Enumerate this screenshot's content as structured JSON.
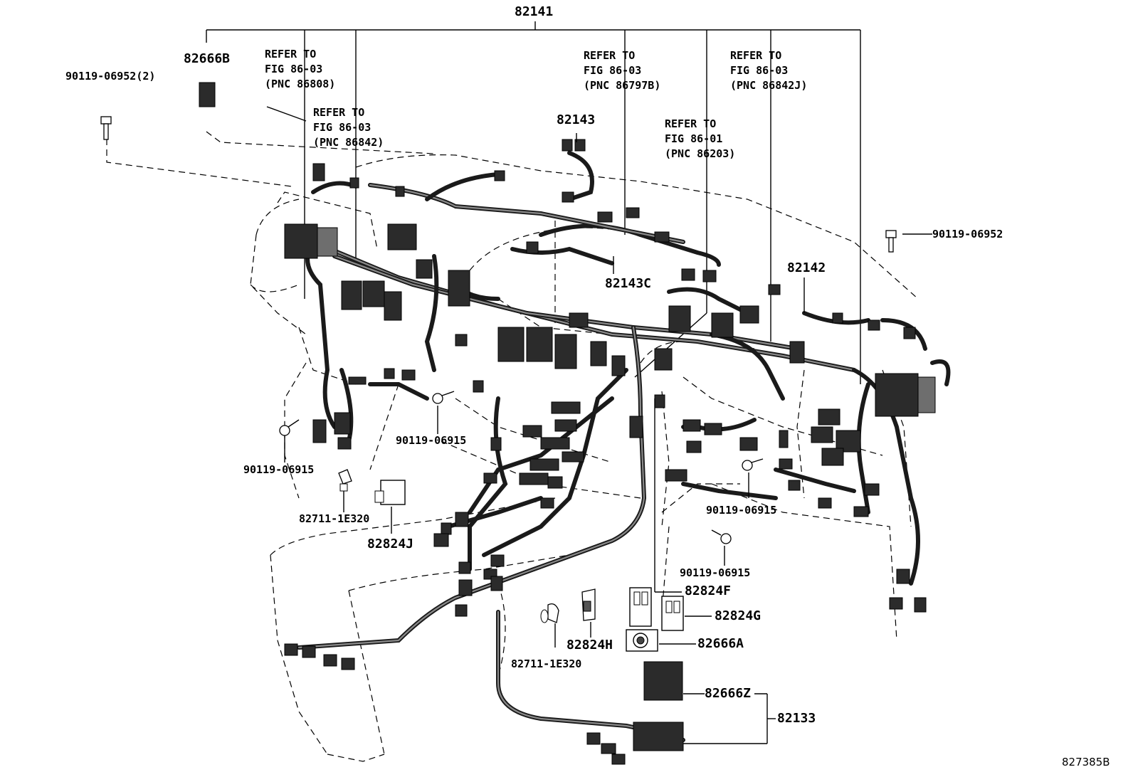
{
  "diagram": {
    "main_harness": "82141",
    "drawing_code": "827385B",
    "labels": {
      "p82666b": "82666B",
      "bolt_90119_06952_2": "90119-06952(2)",
      "bolt_90119_06952": "90119-06952",
      "p82143": "82143",
      "p82143c": "82143C",
      "p82142": "82142",
      "bolt_left": "90119-06915",
      "bolt_center": "90119-06915",
      "bolt_right": "90119-06915",
      "bolt_lower": "90119-06915",
      "clamp_left": "82711-1E320",
      "clamp_center": "82711-1E320",
      "p82824j": "82824J",
      "p82824f": "82824F",
      "p82824g": "82824G",
      "p82824h": "82824H",
      "p82666a": "82666A",
      "p82666z": "82666Z",
      "p82133": "82133"
    },
    "refs": {
      "r1": "REFER TO\nFIG 86-03\n(PNC 86808)",
      "r2": "REFER TO\nFIG 86-03\n(PNC 86842)",
      "r3": "REFER TO\nFIG 86-03\n(PNC 86797B)",
      "r4": "REFER TO\nFIG 86-01\n(PNC 86203)",
      "r5": "REFER TO\nFIG 86-03\n(PNC 86842J)"
    }
  }
}
